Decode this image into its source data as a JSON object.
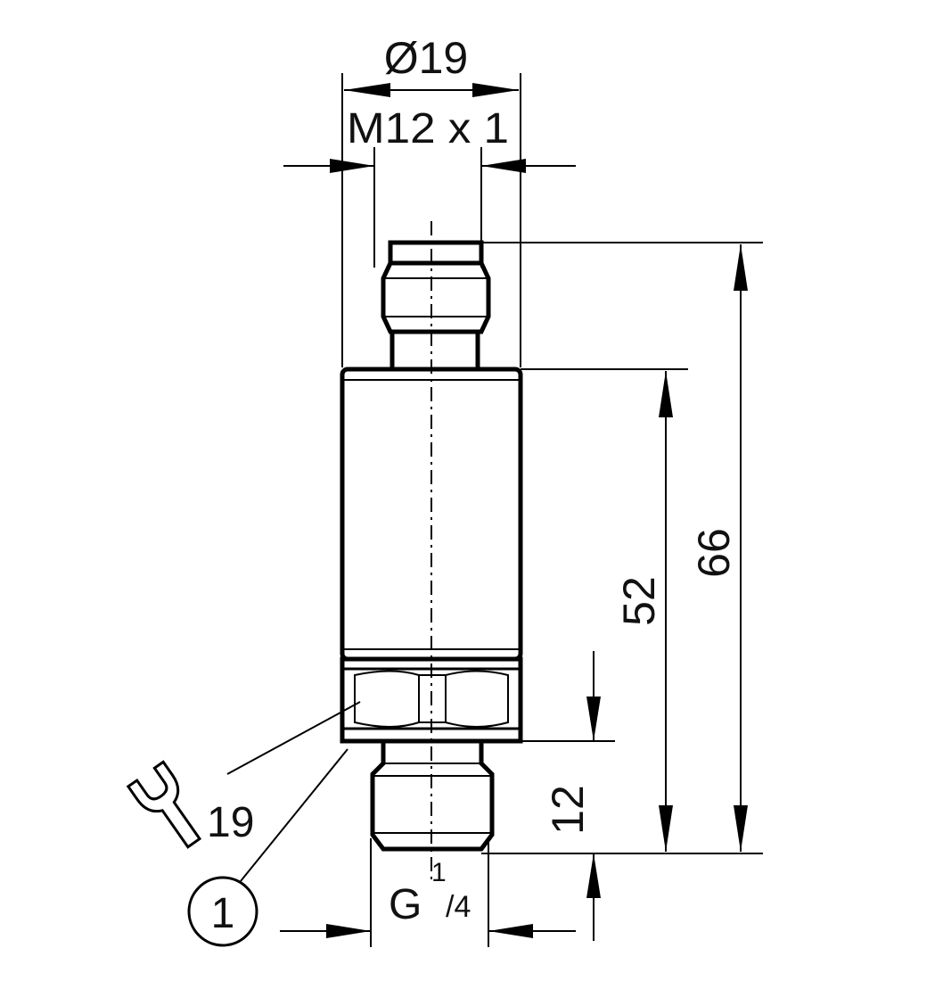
{
  "dimensions": {
    "diameter": "Ø19",
    "thread_top": "M12 x 1",
    "height_total": "66",
    "height_body": "52",
    "thread_length": "12",
    "thread_bottom_main": "G",
    "thread_bottom_num": "1",
    "thread_bottom_den": "/4",
    "wrench_size": "19"
  },
  "callouts": {
    "item_1": "1"
  },
  "icons": {
    "wrench": "wrench-icon"
  }
}
